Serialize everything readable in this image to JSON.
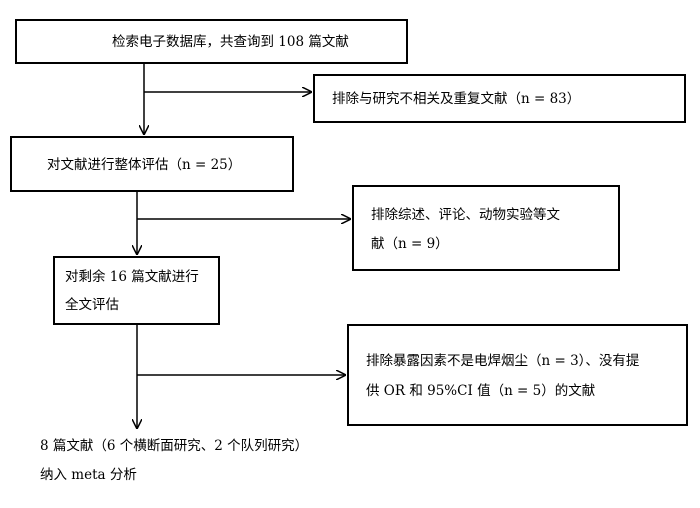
{
  "nodes": {
    "search": {
      "lines": [
        "检索电子数据库，共查询到 108 篇文献"
      ]
    },
    "exclude_unrelated": {
      "lines": [
        "排除与研究不相关及重复文献（n = 83）"
      ]
    },
    "overall_eval": {
      "lines": [
        "对文献进行整体评估（n = 25）"
      ]
    },
    "exclude_reviews": {
      "lines": [
        "排除综述、评论、动物实验等文",
        "献（n = 9）"
      ]
    },
    "fulltext_eval": {
      "lines": [
        "对剩余 16 篇文献进行",
        "全文评估"
      ]
    },
    "exclude_exposure": {
      "lines": [
        "排除暴露因素不是电焊烟尘（n = 3）、没有提",
        "供 OR 和 95%CI 值（n = 5）的文献"
      ]
    },
    "included": {
      "lines": [
        "8 篇文献（6 个横断面研究、2 个队列研究）",
        "纳入 meta 分析"
      ]
    }
  }
}
